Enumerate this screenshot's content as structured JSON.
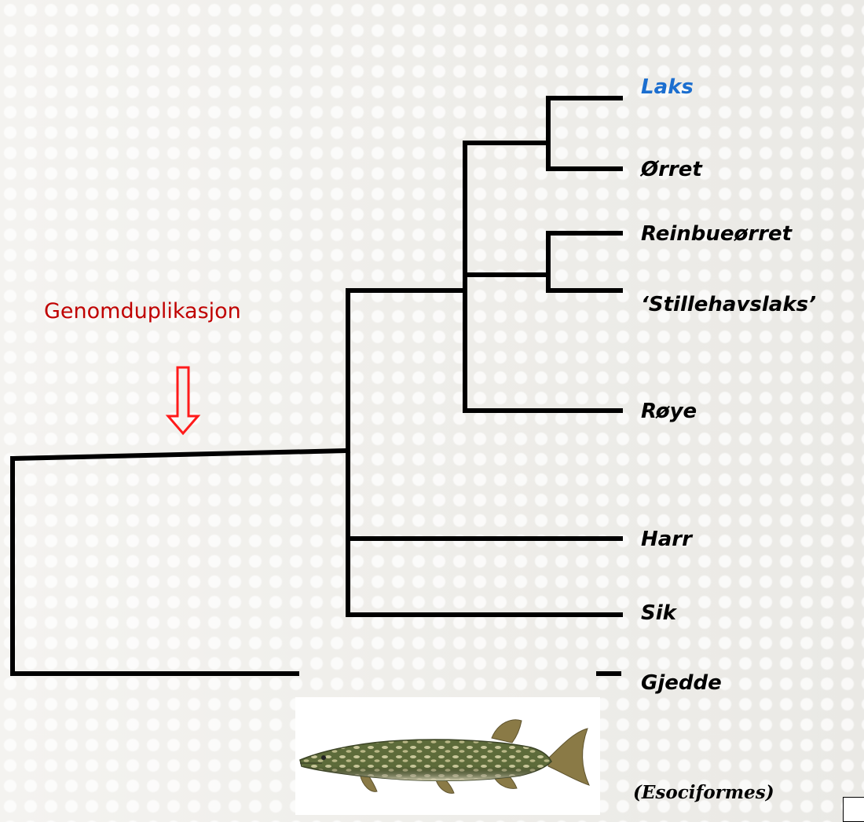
{
  "event": {
    "label": "Genomduplikasjon",
    "color": "#c00000",
    "arrow_color": "#ff1a1a"
  },
  "taxa": {
    "laks": "Laks",
    "orret": "Ørret",
    "reinbueorret": "Reinbueørret",
    "stillehavslaks": "‘Stillehavslaks’",
    "royre": "Røye",
    "harr": "Harr",
    "sik": "Sik",
    "gjedde": "Gjedde",
    "gjedde_order": "(Esociformes)"
  },
  "highlight_color": "#1b6ecf",
  "branch_color": "#000000",
  "image": {
    "subject": "pike-fish"
  }
}
